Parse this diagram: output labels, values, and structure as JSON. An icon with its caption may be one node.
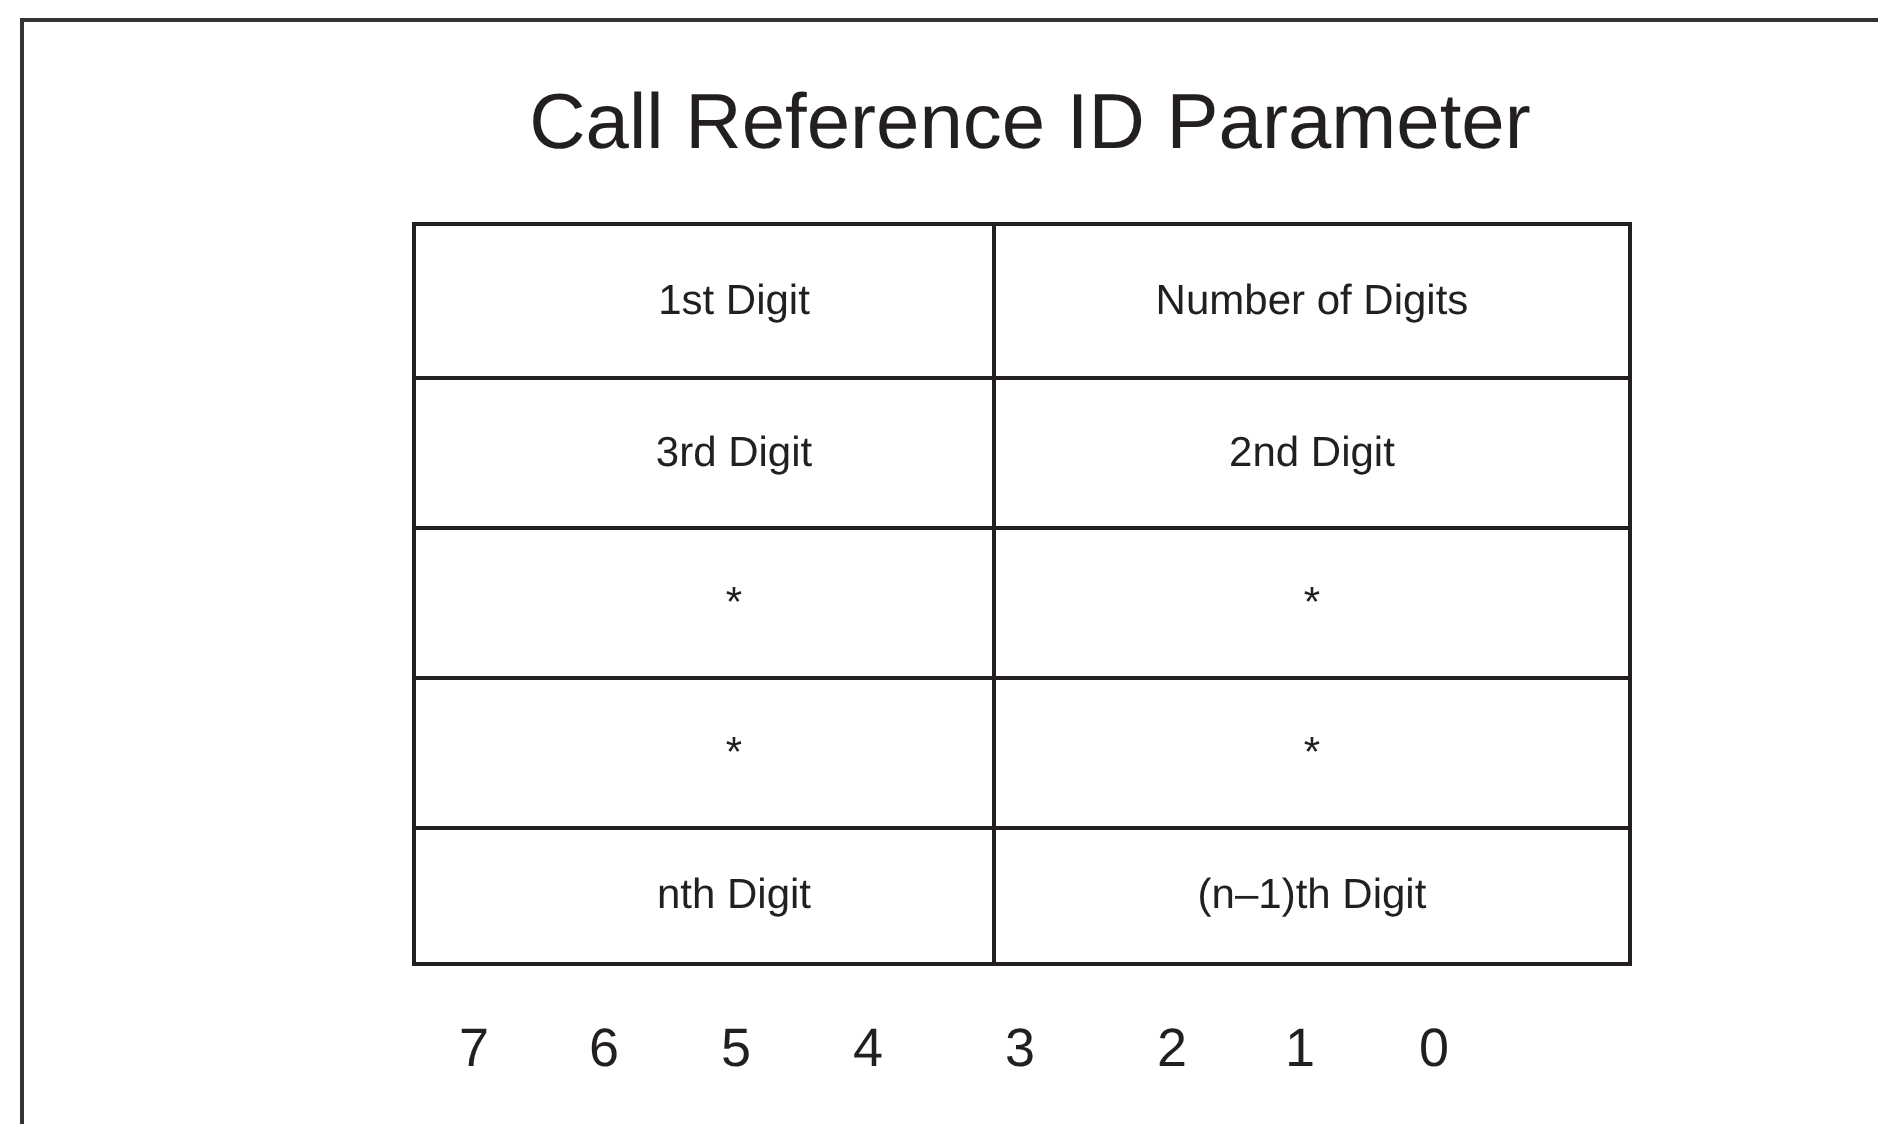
{
  "diagram": {
    "title": "Call Reference ID Parameter",
    "labels": [
      "1st Digit",
      "Number of Digits",
      "3rd Digit",
      "2nd Digit",
      "*",
      "*",
      "*",
      "*",
      "nth Digit",
      "(n–1)th Digit",
      "7",
      "6",
      "5",
      "4",
      "3",
      "2",
      "1",
      "0"
    ]
  }
}
